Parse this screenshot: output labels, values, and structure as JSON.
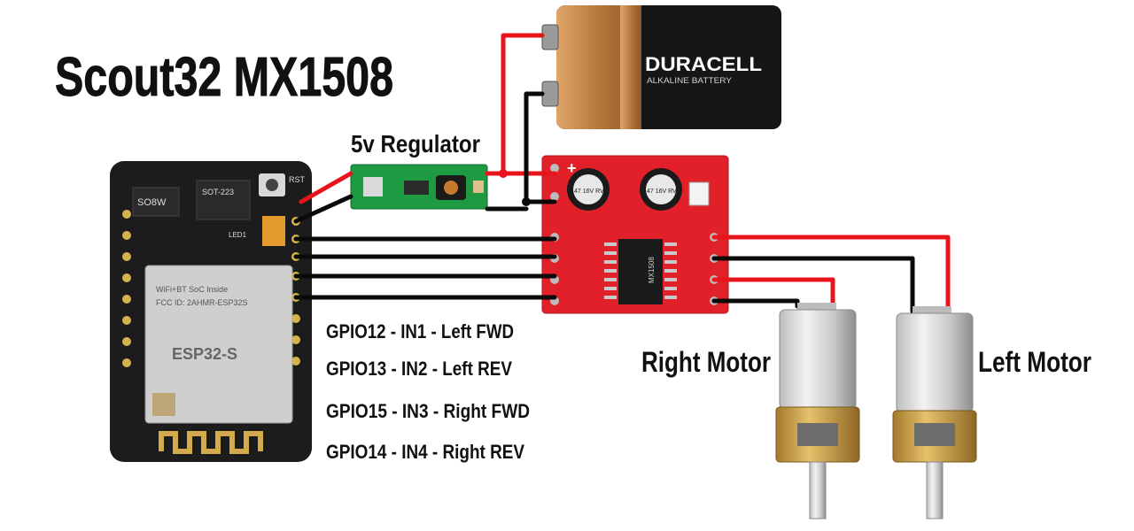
{
  "title": "Scout32 MX1508",
  "regulator_label": "5v Regulator",
  "battery": {
    "brand": "DURACELL",
    "subtitle": "ALKALINE BATTERY"
  },
  "esp_board": {
    "module_label": "ESP32-S",
    "chip_text_1": "SO8W",
    "chip_text_2": "SOT-223",
    "rst_label": "RST",
    "led_label": "LED1",
    "fcc_text": "FCC ID: 2AHMR-ESP32S",
    "wifi_text": "WiFi+BT SoC Inside"
  },
  "driver_board": {
    "chip_text": "MX1508",
    "cap_1": "47 16V RVT",
    "cap_2": "47 16V RVT",
    "plus_label": "+",
    "minus_label": "-"
  },
  "gpio_labels": [
    "GPIO12 - IN1 - Left FWD",
    "GPIO13 - IN2 - Left REV",
    "GPIO15 - IN3 - Right FWD",
    "GPIO14 - IN4 - Right REV"
  ],
  "motors": {
    "right_label": "Right Motor",
    "left_label": "Left Motor"
  },
  "colors": {
    "wire_red": "#e8141b",
    "wire_black": "#0a0a0a",
    "board_red": "#e2202a",
    "esp_black": "#1c1c1c",
    "regulator_green": "#1e9a43",
    "battery_copper": "#c98a4b"
  }
}
